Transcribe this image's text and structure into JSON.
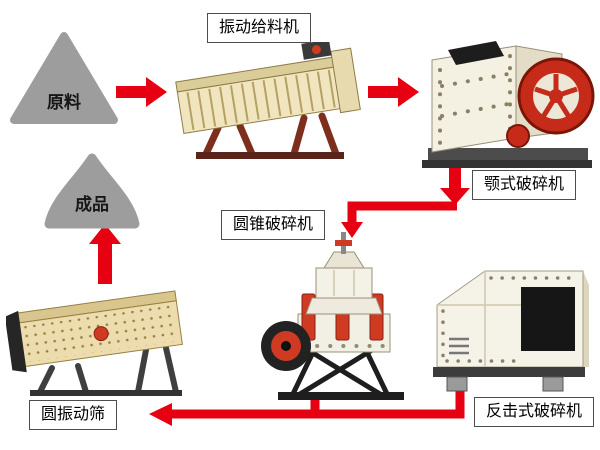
{
  "diagram": {
    "nodes": {
      "raw_material": "原料",
      "finished_product": "成品"
    },
    "machine_labels": {
      "vibrating_feeder": "振动给料机",
      "jaw_crusher": "颚式破碎机",
      "cone_crusher": "圆锥破碎机",
      "impact_crusher": "反击式破碎机",
      "circular_vibrating_screen": "圆振动筛"
    },
    "connections": [
      {
        "from": "原料",
        "to": "振动给料机"
      },
      {
        "from": "振动给料机",
        "to": "颚式破碎机"
      },
      {
        "from": "颚式破碎机",
        "to": "圆锥破碎机"
      },
      {
        "from": "圆锥破碎机",
        "to": "圆振动筛"
      },
      {
        "from": "反击式破碎机",
        "to": "圆振动筛"
      },
      {
        "from": "圆振动筛",
        "to": "成品"
      }
    ]
  },
  "colors": {
    "arrow-red": "#e60012",
    "material-gray": "#9d9d9d",
    "label-border": "#4d4d4d",
    "label-text": "#000000",
    "machine-red": "#cf3a22",
    "background": "#ffffff"
  }
}
